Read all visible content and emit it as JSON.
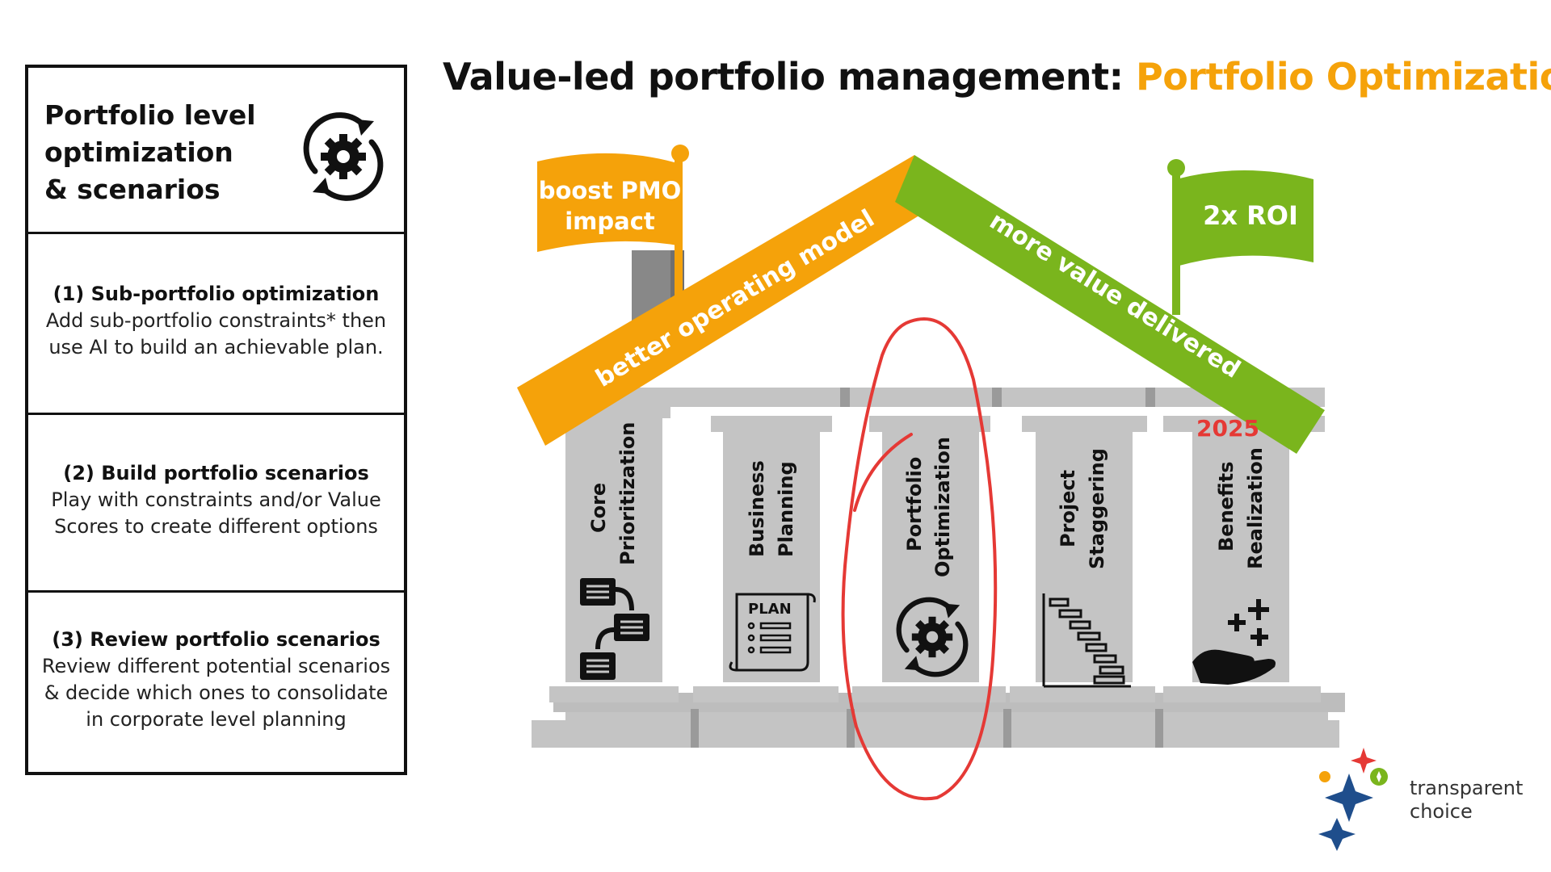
{
  "panel": {
    "title": "Portfolio level optimization & scenarios",
    "steps": [
      {
        "title": "(1) Sub-portfolio optimization",
        "body": "Add sub-portfolio constraints* then use AI to build an achievable plan."
      },
      {
        "title": "(2) Build portfolio scenarios",
        "body": "Play with constraints and/or Value Scores to create different options"
      },
      {
        "title": "(3) Review portfolio scenarios",
        "body": "Review different potential scenarios & decide which ones to consolidate in corporate level planning"
      }
    ]
  },
  "title": {
    "main": "Value-led portfolio management: ",
    "highlight": "Portfolio Optimization"
  },
  "roof": {
    "left_label": "better operating model",
    "right_label": "more value delivered"
  },
  "flags": {
    "left": {
      "line1": "boost PMO",
      "line2": "impact"
    },
    "right": {
      "text": "2x ROI"
    }
  },
  "pillars": [
    {
      "line1": "Core",
      "line2": "Prioritization",
      "icon": "chat-bubbles-icon"
    },
    {
      "line1": "Business",
      "line2": "Planning",
      "icon": "plan-scroll-icon",
      "icon_text": "PLAN"
    },
    {
      "line1": "Portfolio",
      "line2": "Optimization",
      "icon": "gear-cycle-icon"
    },
    {
      "line1": "Project",
      "line2": "Staggering",
      "icon": "gantt-chart-icon"
    },
    {
      "line1": "Benefits",
      "line2": "Realization",
      "icon": "hand-plus-icon"
    }
  ],
  "year_badge": "2025",
  "logo": {
    "line1": "transparent",
    "line2": "choice"
  },
  "colors": {
    "orange": "#f5a20a",
    "green": "#7ab51d",
    "red": "#e53935",
    "pillar": "#c4c4c4"
  }
}
